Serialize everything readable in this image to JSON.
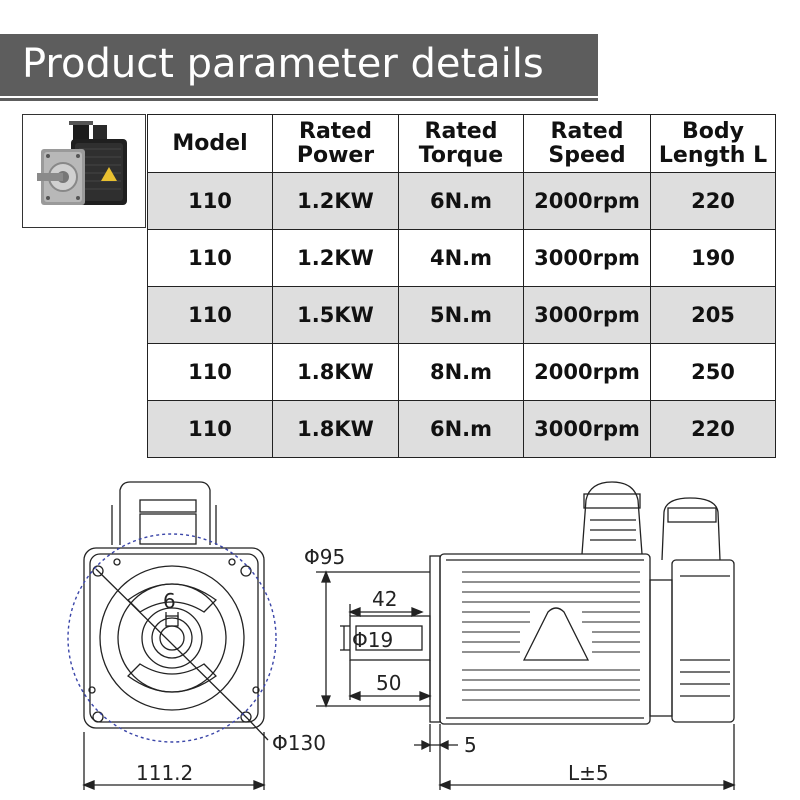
{
  "header": {
    "title": "Product parameter details"
  },
  "table": {
    "columns": [
      "Model",
      "Rated Power",
      "Rated Torque",
      "Rated Speed",
      "Body Length L"
    ],
    "header_lines": [
      [
        "Model",
        ""
      ],
      [
        "Rated",
        "Power"
      ],
      [
        "Rated",
        "Torque"
      ],
      [
        "Rated",
        "Speed"
      ],
      [
        "Body",
        "Length L"
      ]
    ],
    "rows": [
      [
        "110",
        "1.2KW",
        "6N.m",
        "2000rpm",
        "220"
      ],
      [
        "110",
        "1.2KW",
        "4N.m",
        "3000rpm",
        "190"
      ],
      [
        "110",
        "1.5KW",
        "5N.m",
        "3000rpm",
        "205"
      ],
      [
        "110",
        "1.8KW",
        "8N.m",
        "2000rpm",
        "250"
      ],
      [
        "110",
        "1.8KW",
        "6N.m",
        "3000rpm",
        "220"
      ]
    ]
  },
  "drawing": {
    "keyway": "6",
    "flange_circle": "Φ130",
    "square_width": "111.2",
    "spigot": "Φ95",
    "shaft_length": "42",
    "shaft_dia": "Φ19",
    "shaft_total": "50",
    "spigot_step": "5",
    "body_length": "L±5"
  },
  "colors": {
    "banner": "#5d5d5d",
    "row_shade": "#dedede",
    "guide_circle": "#3a45a8"
  }
}
